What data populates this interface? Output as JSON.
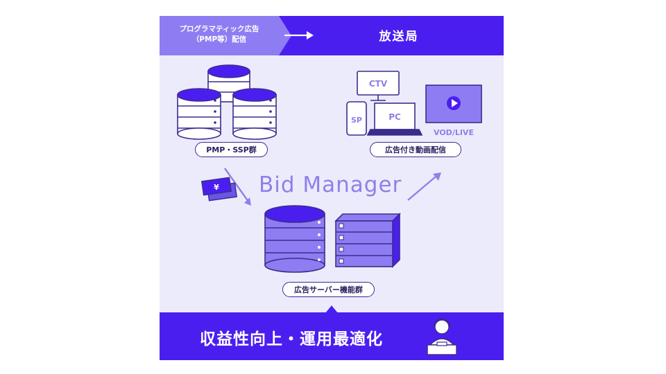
{
  "header": {
    "programmatic_label": "プログラマティック広告\n（PMP等）配信",
    "broadcaster_label": "放送局"
  },
  "sources": {
    "label": "PMP・SSP群"
  },
  "destinations": {
    "label": "広告付き動画配信",
    "devices": {
      "ctv": "CTV",
      "pc": "PC",
      "sp": "SP",
      "vod_live": "VOD/LIVE"
    }
  },
  "center": {
    "title": "Bid Manager",
    "label": "広告サーバー機能群"
  },
  "footer": {
    "goal": "収益性向上・運用最適化"
  },
  "colors": {
    "primary": "#4b1ef0",
    "secondary": "#8e7df2",
    "background": "#ecebfb",
    "outline": "#3a2c8c"
  }
}
